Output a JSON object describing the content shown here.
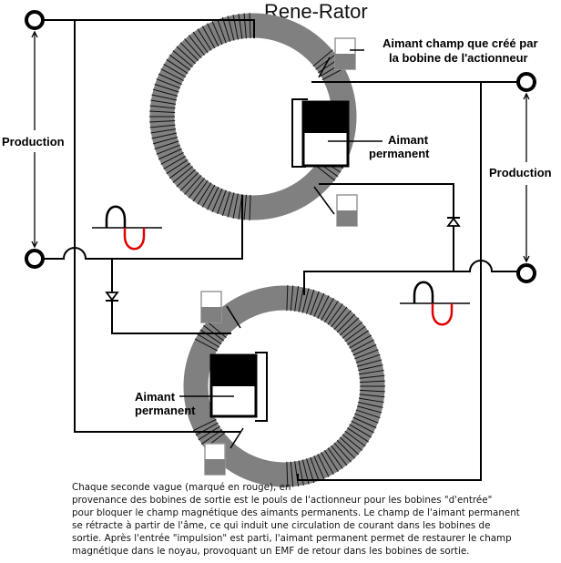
{
  "title": "Rene-Rator",
  "labels": {
    "actuator_field": [
      "Aimant champ que créé par",
      "la bobine de l'actionneur"
    ],
    "permanent_magnet_top": [
      "Aimant",
      "permanent"
    ],
    "permanent_magnet_bottom": [
      "Aimant",
      "permanent"
    ],
    "production_left": "Production",
    "production_right": "Production"
  },
  "colors": {
    "core": "#808080",
    "wire": "#000000",
    "negative_wave": "#e00000",
    "indicator_fill": "#808080"
  },
  "description_lines": [
    "Chaque seconde vague (marqué en rouge), en",
    "provenance des bobines de sortie est le pouls de l'actionneur pour les bobines \"d'entrée\"",
    "pour bloquer le champ magnétique des aimants permanents. Le champ de l'aimant permanent",
    "se rétracte à partir de l'âme, ce qui induit une circulation de courant dans les bobines de",
    "sortie. Après l'entrée \"impulsion\" est parti, l'aimant permanent permet de restaurer le champ",
    "magnétique dans le noyau, provoquant un EMF de retour dans les bobines de sortie."
  ]
}
